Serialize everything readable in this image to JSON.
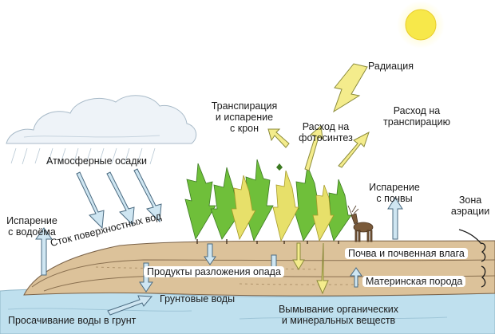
{
  "labels": {
    "radiation": "Радиация",
    "transpiration_crown": [
      "Транспирация",
      "и испарение",
      "с крон"
    ],
    "photosynthesis": [
      "Расход на",
      "фотосинтез"
    ],
    "transpiration_use": [
      "Расход на",
      "транспирацию"
    ],
    "precipitation": "Атмосферные осадки",
    "soil_evaporation": [
      "Испарение",
      "с почвы"
    ],
    "aeration_zone": [
      "Зона",
      "аэрации"
    ],
    "water_evaporation": [
      "Испарение",
      "с водоёма"
    ],
    "surface_runoff": "Сток поверхностных вод",
    "soil_moisture": "Почва и почвенная влага",
    "decomposition": "Продукты разложения опада",
    "bedrock": "Материнская порода",
    "groundwater": "Грунтовые воды",
    "infiltration": "Просачивание воды в грунт",
    "leaching": [
      "Вымывание органических",
      "и минеральных веществ"
    ]
  },
  "icons": [
    "sun-icon",
    "cloud-icon",
    "deer-icon",
    "tree-icon"
  ],
  "colors": {
    "sun": "#f7e84a",
    "arrow_yellow": "#f4ec8c",
    "arrow_blue": "#cfe6f2",
    "water": "#bfe0ee",
    "soil": "#d8b98a",
    "tree_green": "#6fbf3a",
    "tree_yellow": "#e7e06a"
  }
}
